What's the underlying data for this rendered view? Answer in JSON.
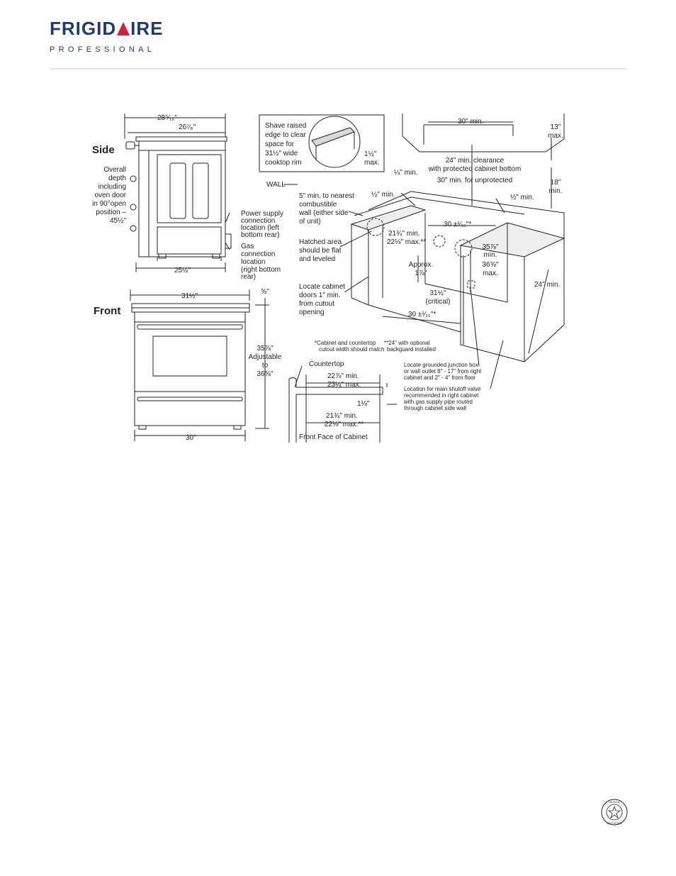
{
  "brand": {
    "name_left": "FRIGID",
    "name_right": "IRE",
    "sub": "PROFESSIONAL"
  },
  "colors": {
    "brand_blue": "#1f3a6b",
    "brand_red": "#d31f3a",
    "rule": "#dbe5ef"
  },
  "side": {
    "title": "Side",
    "overall_depth": [
      "Overall",
      "depth",
      "including",
      "oven door",
      "in 90°open",
      "position –",
      "45½\""
    ],
    "dim_top": "28⁵⁄₁₆\"",
    "dim_second": "26⁷⁄₈\"",
    "dim_bottom": "25½\"",
    "power": [
      "Power supply",
      "connection",
      "location (left",
      "bottom rear)"
    ],
    "gas": [
      "Gas",
      "connection",
      "location",
      "(right bottom",
      "rear)"
    ]
  },
  "front": {
    "title": "Front",
    "width_top": "31½\"",
    "width_bottom": "30\"",
    "backguard": "⅝\"",
    "height": [
      "35⅞\"",
      "Adjustable",
      "to",
      "36⅝\""
    ]
  },
  "shave": {
    "text": [
      "Shave raised",
      "edge to clear",
      "space for",
      "31½\" wide",
      "cooktop rim"
    ],
    "max": [
      "1½\"",
      "max."
    ]
  },
  "cabinet": {
    "wall": "WALL",
    "combustible": [
      "5\" min. to nearest",
      "combustible",
      "wall (either side",
      "of unit)"
    ],
    "hatched": [
      "Hatched area",
      "should be flat",
      "and leveled"
    ],
    "locate_doors": [
      "Locate cabinet",
      "doors 1\" min.",
      "from cutout",
      "opening"
    ],
    "quarter_min": "¼\" min.",
    "half_min_left": "½\" min.",
    "half_min_right": "½\" min.",
    "thirty_min": "30\" min.",
    "clearance": [
      "24\" min. clearance",
      "with protected cabinet bottom",
      "30\" min. for unprotected"
    ],
    "thirteen": [
      "13\"",
      "max."
    ],
    "eighteen": [
      "18\"",
      "min."
    ],
    "cutout_width": "30 ±¹⁄₁₆\"*",
    "depth_min": [
      "21¾\" min.",
      "22⅛\" max.**"
    ],
    "height_range": [
      "35⅞\"",
      "min.",
      "36⅝\"",
      "max."
    ],
    "approx": [
      "Approx.",
      "1⅞\""
    ],
    "critical": [
      "31½\"",
      "(critical)"
    ],
    "cutout_front": "30 ±¹⁄₁₆\"*",
    "depth_24": "24\" min.",
    "note1": [
      "*Cabinet and countertop",
      "cutout width should match"
    ],
    "note2": [
      "**24\" with optional",
      "backguard installed"
    ],
    "junction": [
      "Locate grounded junction box",
      "or wall outlet 8\" - 17\" from right",
      "cabinet and 2\" - 4\" from floor"
    ],
    "shutoff": [
      "Location for main shutoff valve",
      "recommended in right cabinet",
      "with gas supply pipe routed",
      "through cabinet side wall"
    ]
  },
  "countertop": {
    "label": "Countertop",
    "top_range": [
      "22⅞\" min.",
      "23¼\" max."
    ],
    "thickness": "1⅛\"",
    "bottom_range": [
      "21¾\" min.",
      "22⅛\" max.**"
    ],
    "front_face": "Front Face of Cabinet"
  },
  "seal_text": [
    "DESIGN",
    "CERTIFIED"
  ]
}
